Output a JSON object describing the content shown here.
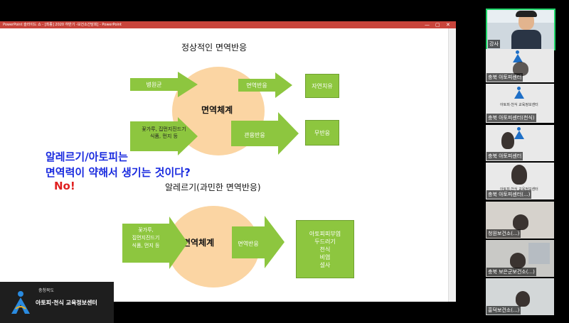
{
  "window": {
    "title": "PowerPoint 슬라이드 쇼 - [최종] 2020 하반기 -보건소간담회] - PowerPoint",
    "controls": [
      "—",
      "▢",
      "✕"
    ]
  },
  "slide": {
    "top_title": "정상적인 면역반응",
    "top": {
      "center": "면역체계",
      "arrow_in1": "병원균",
      "arrow_in2": "꽃가루, 집먼지진드기\n식품, 먼지 등",
      "arrow_out1": "면역반응",
      "arrow_out2": "관용반응",
      "box1": "자연치유",
      "box2": "무반응"
    },
    "question_line1": "알레르기/아토피는",
    "question_line2": "면역력이 약해서 생기는 것이다?",
    "answer": "No!",
    "bottom_title": "알레르기(과민한 면역반응)",
    "bottom": {
      "center": "면역체계",
      "arrow_in": "꽃가루,\n집먼지진드기\n식품, 먼지 등",
      "arrow_out": "면역반응",
      "box": "아토피피부염\n두드러기\n천식\n비염\n설사"
    }
  },
  "logo": {
    "small": "충청북도",
    "big": "아토피·천식 교육정보센터"
  },
  "participants": [
    {
      "name": "강사",
      "type": "speaker"
    },
    {
      "name": "충북 아토피센터",
      "type": "logo"
    },
    {
      "name": "충북 아토피센터(천식)",
      "type": "logo"
    },
    {
      "name": "충북 아토피센터",
      "type": "logo"
    },
    {
      "name": "충북 아토피센터(...)",
      "type": "person"
    },
    {
      "name": "청원보건소(...)",
      "type": "person"
    },
    {
      "name": "충북 보은군보건소(...)",
      "type": "person"
    },
    {
      "name": "홍덕보건소(...)",
      "type": "person"
    }
  ]
}
